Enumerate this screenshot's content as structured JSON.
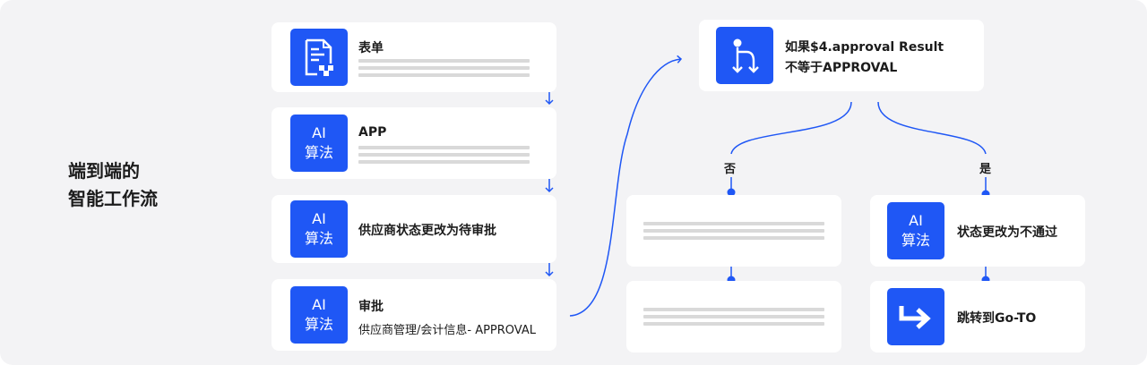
{
  "title": {
    "line1": "端到端的",
    "line2": "智能工作流"
  },
  "steps": [
    {
      "label": "表单",
      "icon": "form-icon"
    },
    {
      "label": "APP",
      "icon": "ai-algorithm-icon",
      "icon_text": [
        "AI",
        "算法"
      ]
    },
    {
      "label": "供应商状态更改为待审批",
      "icon": "ai-algorithm-icon",
      "icon_text": [
        "AI",
        "算法"
      ]
    },
    {
      "label": "审批",
      "sub": "供应商管理/会计信息- APPROVAL",
      "icon": "ai-algorithm-icon",
      "icon_text": [
        "AI",
        "算法"
      ]
    }
  ],
  "condition": {
    "line1": "如果$4.approval Result",
    "line2": "不等于APPROVAL",
    "icon": "branch-arrows-icon"
  },
  "branches": {
    "no": "否",
    "yes": "是"
  },
  "yes_steps": [
    {
      "label": "状态更改为不通过",
      "icon": "ai-algorithm-icon",
      "icon_text": [
        "AI",
        "算法"
      ]
    },
    {
      "label": "跳转到Go-TO",
      "icon": "goto-arrow-icon"
    }
  ],
  "colors": {
    "accent": "#1f57f5",
    "background": "#f3f3f5",
    "card": "#ffffff",
    "placeholder": "#d9d9d9"
  }
}
